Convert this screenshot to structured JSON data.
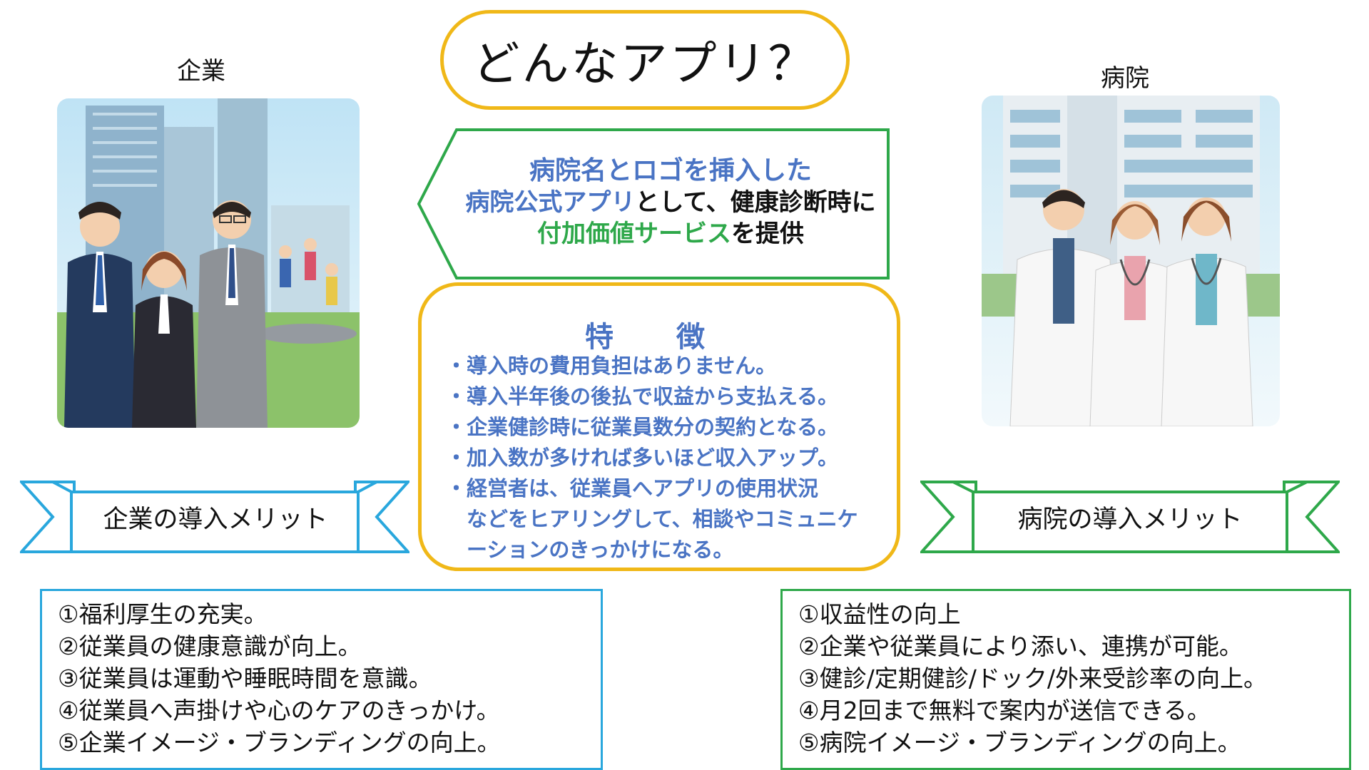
{
  "title": "どんなアプリ？",
  "labels": {
    "company": "企業",
    "hospital": "病院"
  },
  "callout": {
    "line1": "病院名とロゴを挿入した",
    "line2_blue": "病院公式アプリ",
    "line2_rest": "として、健康診断時に",
    "line3_green": "付加価値サービス",
    "line3_rest": "を提供"
  },
  "features": {
    "title": "特　徴",
    "items": [
      "・導入時の費用負担はありません。",
      "・導入半年後の後払で収益から支払える。",
      "・企業健診時に従業員数分の契約となる。",
      "・加入数が多ければ多いほど収入アップ。",
      "・経営者は、従業員へアプリの使用状況\n　などをヒアリングして、相談やコミュニケ\n　ーションのきっかけになる。"
    ]
  },
  "ribbons": {
    "company": "企業の導入メリット",
    "hospital": "病院の導入メリット"
  },
  "company_merits": [
    "①福利厚生の充実。",
    "②従業員の健康意識が向上。",
    "③従業員は運動や睡眠時間を意識。",
    "④従業員へ声掛けや心のケアのきっかけ。",
    "⑤企業イメージ・ブランディングの向上。"
  ],
  "hospital_merits": [
    "①収益性の向上",
    "②企業や従業員により添い、連携が可能。",
    "③健診/定期健診/ドック/外来受診率の向上。",
    "④月2回まで無料で案内が送信できる。",
    "⑤病院イメージ・ブランディングの向上。"
  ],
  "colors": {
    "accent_yellow": "#f0b818",
    "accent_green": "#2ea84a",
    "accent_blue": "#29a7dd",
    "text_blue": "#4a74c4"
  },
  "illustrations": {
    "company": "office-workers-illustration",
    "hospital": "doctors-illustration"
  }
}
